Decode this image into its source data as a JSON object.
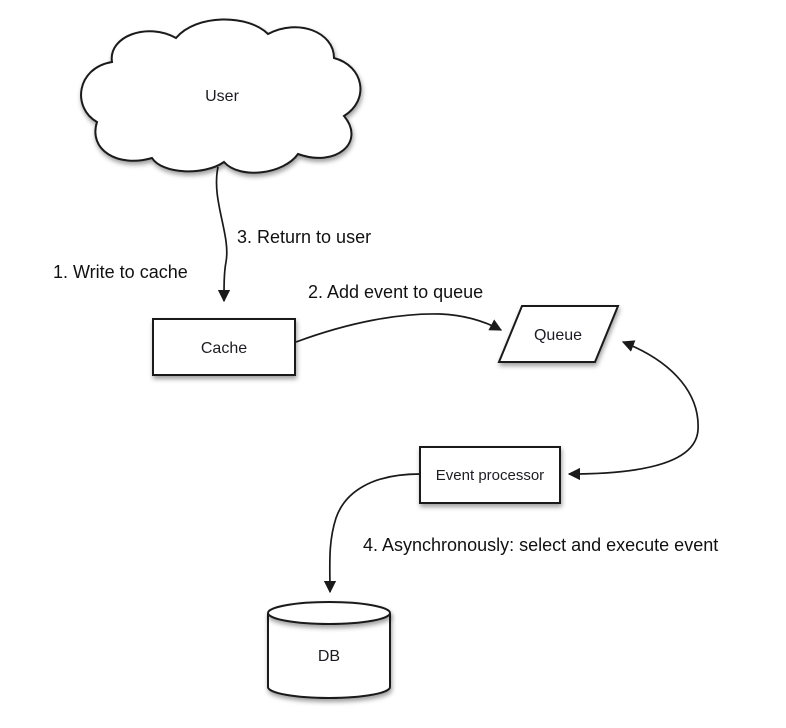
{
  "diagram": {
    "nodes": {
      "user": {
        "label": "User",
        "shape": "cloud"
      },
      "cache": {
        "label": "Cache",
        "shape": "rectangle"
      },
      "queue": {
        "label": "Queue",
        "shape": "parallelogram"
      },
      "event_processor": {
        "label": "Event processor",
        "shape": "rectangle"
      },
      "db": {
        "label": "DB",
        "shape": "cylinder"
      }
    },
    "labels": {
      "step1": "1. Write to cache",
      "step2": "2. Add event to queue",
      "step3": "3. Return to user",
      "step4": "4. Asynchronously: select and execute event"
    },
    "edges": [
      {
        "from": "user",
        "to": "cache",
        "style": "arrow"
      },
      {
        "from": "cache",
        "to": "queue",
        "style": "arrow"
      },
      {
        "from": "queue",
        "to": "event_processor",
        "style": "double-arrow"
      },
      {
        "from": "event_processor",
        "to": "db",
        "style": "arrow"
      }
    ],
    "colors": {
      "stroke": "#1a1a1a",
      "fill": "#ffffff",
      "text": "#1c1c24",
      "label": "#111111",
      "background": "#ffffff"
    }
  }
}
